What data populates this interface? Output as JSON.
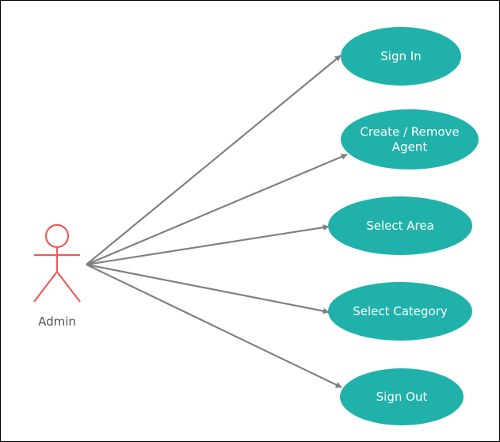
{
  "diagram": {
    "type": "use-case",
    "actor": {
      "name": "Admin",
      "color": "#f05a5a"
    },
    "use_cases": [
      {
        "id": "sign-in",
        "lines": [
          "Sign In"
        ]
      },
      {
        "id": "create-remove-agent",
        "lines": [
          "Create / Remove",
          "Agent"
        ]
      },
      {
        "id": "select-area",
        "lines": [
          "Select Area"
        ]
      },
      {
        "id": "select-category",
        "lines": [
          "Select Category"
        ]
      },
      {
        "id": "sign-out",
        "lines": [
          "Sign Out"
        ]
      }
    ],
    "colors": {
      "use_case_fill": "#20b2aa",
      "use_case_text": "#ffffff",
      "connector": "#808080",
      "border": "#000000",
      "background": "#ffffff"
    }
  }
}
